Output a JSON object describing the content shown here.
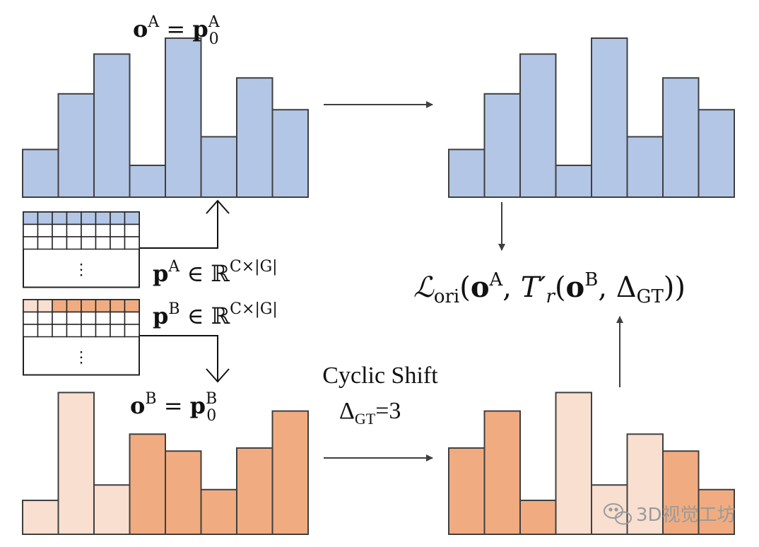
{
  "colors": {
    "blue_bar": "#b3c6e6",
    "orange_dark": "#f0ac80",
    "orange_light": "#f8dfd0",
    "stroke": "#3f3f3f"
  },
  "histograms": {
    "top_left": [
      3,
      6.5,
      9,
      2,
      10,
      3.8,
      7.5,
      5.5
    ],
    "top_right": [
      3,
      6.5,
      9,
      2,
      10,
      3.8,
      7.5,
      5.5
    ],
    "bottom_left": [
      2.2,
      9.2,
      3.2,
      6.5,
      5.4,
      2.9,
      5.6,
      8
    ],
    "bottom_right": [
      5.6,
      8,
      2.2,
      9.2,
      3.2,
      6.5,
      5.4,
      2.9
    ],
    "bottom_left_shade": [
      "light",
      "light",
      "light",
      "dark",
      "dark",
      "dark",
      "dark",
      "dark"
    ],
    "bottom_right_shade": [
      "dark",
      "dark",
      "dark",
      "light",
      "light",
      "light",
      "dark",
      "dark"
    ]
  },
  "matrix_a_row_shade": [
    "blue",
    "blue",
    "blue",
    "blue",
    "blue",
    "blue",
    "blue",
    "blue"
  ],
  "matrix_b_row_shade": [
    "light",
    "light",
    "dark",
    "dark",
    "dark",
    "dark",
    "dark",
    "dark"
  ],
  "labels": {
    "oa_eq": "o^A = p^A_0",
    "ob_eq": "o^B = p^B_0",
    "pa_space": "p^A ∈ ℝ^C×|G|",
    "pb_space": "p^B ∈ ℝ^C×|G|",
    "cyclic_shift": "Cyclic Shift",
    "delta_gt": "Δ_GT=3",
    "loss": "L_ori(o^A, T′r(o^B, Δ_GT))",
    "dots": "⋮",
    "watermark": "3D视觉工坊"
  },
  "label_parts": {
    "o": "o",
    "p": "p",
    "A": "A",
    "B": "B",
    "zero": "0",
    "eq": " = ",
    "in": " ∈ ",
    "R": "ℝ",
    "CG": "C×|G|",
    "delta": "Δ",
    "gt": "GT",
    "eq3": "=3",
    "L": "ℒ",
    "ori": "ori",
    "open": "(",
    "comma": ", ",
    "T": "T′",
    "r": "r",
    "close": "))",
    "cyclic": "Cyclic Shift",
    "dots": "⋮",
    "wm": "3D视觉工坊"
  }
}
